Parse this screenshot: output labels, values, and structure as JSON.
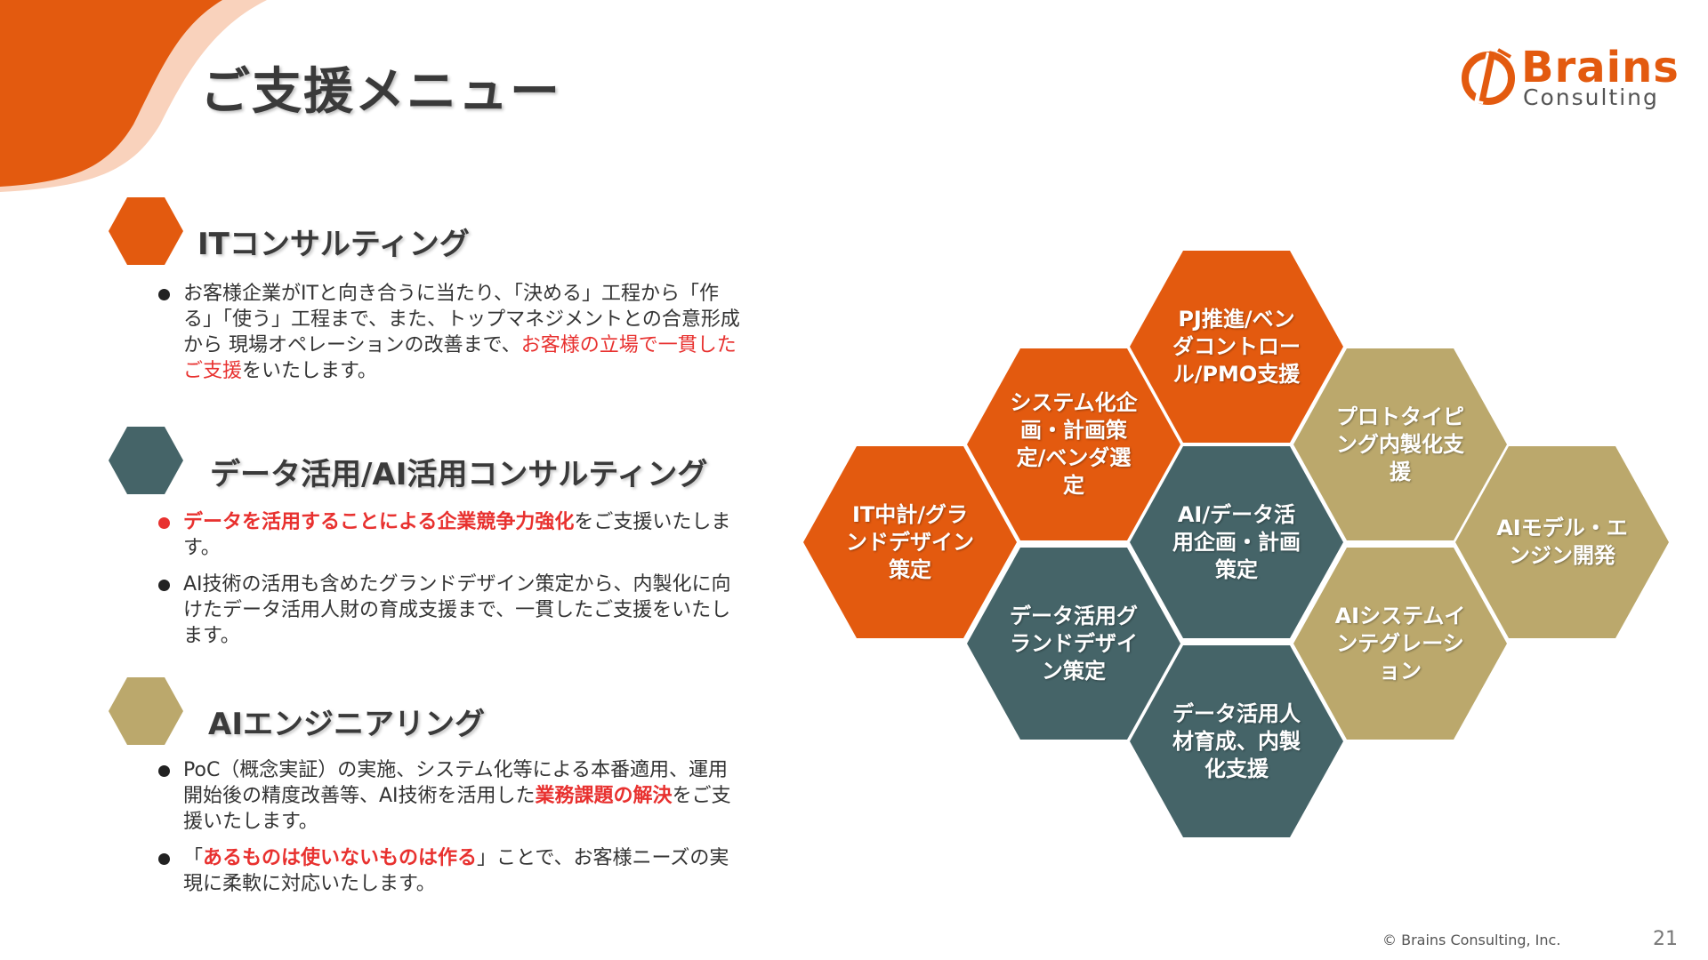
{
  "slide": {
    "title": "ご支援メニュー",
    "page_number": "21",
    "copyright": "© Brains Consulting, Inc."
  },
  "logo": {
    "brand": "Brains",
    "sub": "Consulting"
  },
  "colors": {
    "orange": "#E35A0F",
    "teal": "#456468",
    "tan": "#BBA86C",
    "highlight_red": "#E8312F",
    "text": "#333333"
  },
  "sections": [
    {
      "title": "ITコンサルティング",
      "color": "#E35A0F",
      "bullets": [
        {
          "parts": [
            "お客様企業がITと向き合うに当たり、「決める」工程から「作る」「使う」工程まで、また、トップマネジメントとの合意形成から 現場オペレーションの改善まで、",
            "お客様の立場で一貫したご支援",
            "をいたします。"
          ]
        }
      ]
    },
    {
      "title": "データ活用/AI活用コンサルティング",
      "color": "#456468",
      "bullets": [
        {
          "parts": [
            "データを活用することによる企業競争力強化",
            "をご支援いたします。"
          ]
        },
        {
          "parts": [
            "AI技術の活用も含めたグランドデザイン策定から、内製化に向けたデータ活用人財の育成支援まで、一貫したご支援をいたします。"
          ]
        }
      ]
    },
    {
      "title": "AIエンジニアリング",
      "color": "#BBA86C",
      "bullets": [
        {
          "parts": [
            "PoC（概念実証）の実施、システム化等による本番適用、運用開始後の精度改善等、AI技術を活用した",
            "業務課題の解決",
            "をご支援いたします。"
          ]
        },
        {
          "parts": [
            "「",
            "あるものは使いないものは作る",
            "」ことで、お客様ニーズの実現に柔軟に対応いたします。"
          ]
        }
      ]
    }
  ],
  "hexagons": [
    {
      "label": "PJ推進/ベンダコントロール/PMO支援",
      "color": "orange"
    },
    {
      "label": "システム化企画・計画策定/ベンダ選定",
      "color": "orange"
    },
    {
      "label": "IT中計/グランドデザイン策定",
      "color": "orange"
    },
    {
      "label": "AI/データ活用企画・計画策定",
      "color": "teal"
    },
    {
      "label": "データ活用グランドデザイン策定",
      "color": "teal"
    },
    {
      "label": "データ活用人材育成、内製化支援",
      "color": "teal"
    },
    {
      "label": "プロトタイピング内製化支援",
      "color": "tan"
    },
    {
      "label": "AIシステムインテグレーション",
      "color": "tan"
    },
    {
      "label": "AIモデル・エンジン開発",
      "color": "tan"
    }
  ]
}
